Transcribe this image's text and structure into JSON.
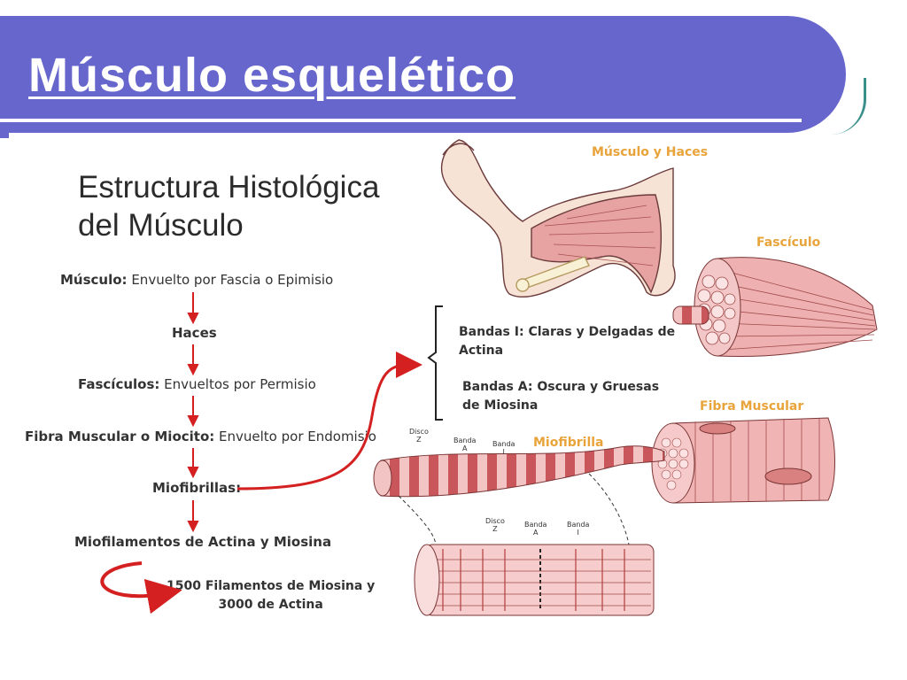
{
  "slide": {
    "title": "Músculo esquelético"
  },
  "figure": {
    "title_line1": "Estructura Histológica",
    "title_line2": "del Músculo",
    "steps": [
      {
        "bold": "Músculo:",
        "text": " Envuelto por Fascia o Epimisio"
      },
      {
        "bold": "Haces",
        "text": ""
      },
      {
        "bold": "Fascículos:",
        "text": " Envueltos por Permisio"
      },
      {
        "bold": "Fibra Muscular o Miocito:",
        "text": " Envuelto por Endomisio"
      },
      {
        "bold": "Miofibrillas:",
        "text": ""
      },
      {
        "bold": "Miofilamentos de Actina y Miosina",
        "text": ""
      }
    ],
    "filaments_line1": "1500 Filamentos de Miosina y",
    "filaments_line2": "3000 de Actina",
    "bandas_i_line1": "Bandas I: Claras y Delgadas de",
    "bandas_i_line2": "Actina",
    "bandas_a_line1": "Bandas A: Oscura y Gruesas",
    "bandas_a_line2": "de Miosina",
    "labels": {
      "musculo_haces": "Músculo y Haces",
      "fasciculo": "Fascículo",
      "fibra_muscular": "Fibra Muscular",
      "miofibrilla": "Miofibrilla"
    },
    "tiny": {
      "disco": "Disco",
      "z": "Z",
      "banda": "Banda",
      "a": "A",
      "i": "I"
    }
  },
  "colors": {
    "header": "#6666cc",
    "accent_red": "#d42020",
    "label_orange": "#e8a43a",
    "muscle_pink": "#e9a0a0"
  }
}
